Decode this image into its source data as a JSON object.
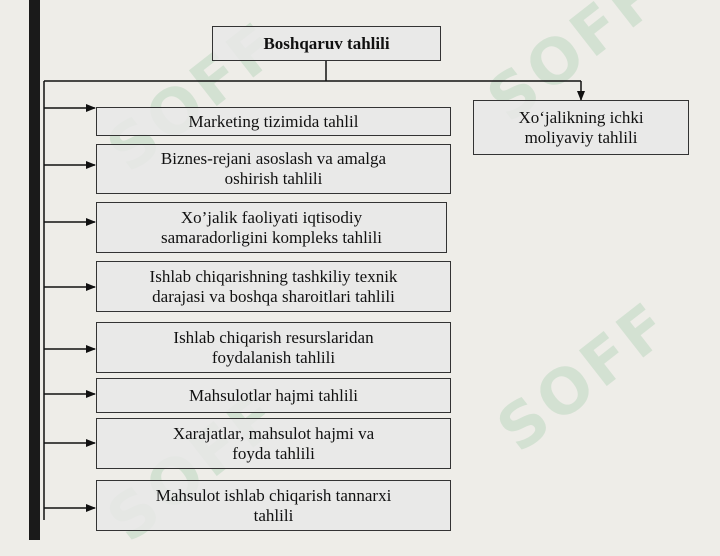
{
  "watermark": "SOFF",
  "root": {
    "label": "Boshqaruv tahlili"
  },
  "right_box": {
    "label": "Xo‘jalikning ichki\nmoliyaviy tahlili"
  },
  "items": [
    {
      "label": "Marketing tizimida tahlil"
    },
    {
      "label": "Biznes-rejani asoslash va amalga\noshirish  tahlili"
    },
    {
      "label": "Xo’jalik faoliyati iqtisodiy\nsamaradorligini kompleks tahlili"
    },
    {
      "label": "Ishlab chiqarishning tashkiliy texnik\ndarajasi va boshqa sharoitlari tahlili"
    },
    {
      "label": "Ishlab chiqarish resurslaridan\nfoydalanish tahlili"
    },
    {
      "label": "Mahsulotlar hajmi tahlili"
    },
    {
      "label": "Xarajatlar, mahsulot hajmi va\nfoyda tahlili"
    },
    {
      "label": "Mahsulot ishlab chiqarish tannarxi\ntahlili"
    }
  ]
}
